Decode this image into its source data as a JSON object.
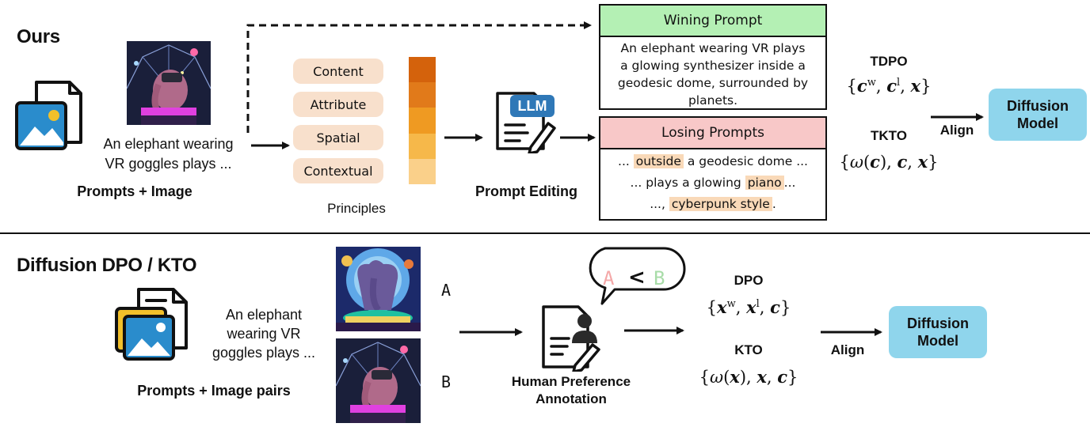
{
  "ours": {
    "title": "Ours",
    "prompt_text": [
      "An elephant wearing",
      "VR goggles plays ..."
    ],
    "prompts_caption": "Prompts + Image",
    "principles": [
      "Content",
      "Attribute",
      "Spatial",
      "Contextual"
    ],
    "principles_caption": "Principles",
    "llm_label": "LLM",
    "editing_caption": "Prompt Editing",
    "winning_title": "Wining Prompt",
    "winning_text": [
      "An elephant wearing VR plays",
      "a glowing synthesizer inside a",
      "geodesic dome, surrounded by",
      "planets."
    ],
    "losing_title": "Losing Prompts",
    "losing_lines": [
      {
        "pre": "... ",
        "hl": "outside",
        "post": " a geodesic dome ..."
      },
      {
        "pre": "... plays a glowing ",
        "hl": "piano",
        "post": "..."
      },
      {
        "pre": "..., ",
        "hl": "cyberpunk style",
        "post": "."
      }
    ],
    "tdpo_label": "TDPO",
    "tkto_label": "TKTO",
    "align_label": "Align",
    "model_label": [
      "Diffusion",
      "Model"
    ]
  },
  "baseline": {
    "title": "Diffusion DPO / KTO",
    "prompt_text": [
      "An elephant",
      "wearing VR",
      "goggles plays ..."
    ],
    "pairs_caption": "Prompts + Image pairs",
    "label_a": "A",
    "label_b": "B",
    "bubble_a": "A",
    "bubble_lt": "<",
    "bubble_b": "B",
    "annotation_caption": [
      "Human Preference",
      "Annotation"
    ],
    "dpo_label": "DPO",
    "kto_label": "KTO",
    "align_label": "Align",
    "model_label": [
      "Diffusion",
      "Model"
    ]
  },
  "colors": {
    "principle_bg": "#f8e0cc",
    "win_head": "#b4f0b4",
    "lose_head": "#f8c8c8",
    "model_bg": "#8fd5ec",
    "gradient": [
      "#d4620c",
      "#e17a1a",
      "#ef9a22",
      "#f6b84a",
      "#fad08a"
    ],
    "icon_blue": "#2a8ccc",
    "icon_yellow": "#f2c02a",
    "llm_blue": "#2f78b7"
  }
}
